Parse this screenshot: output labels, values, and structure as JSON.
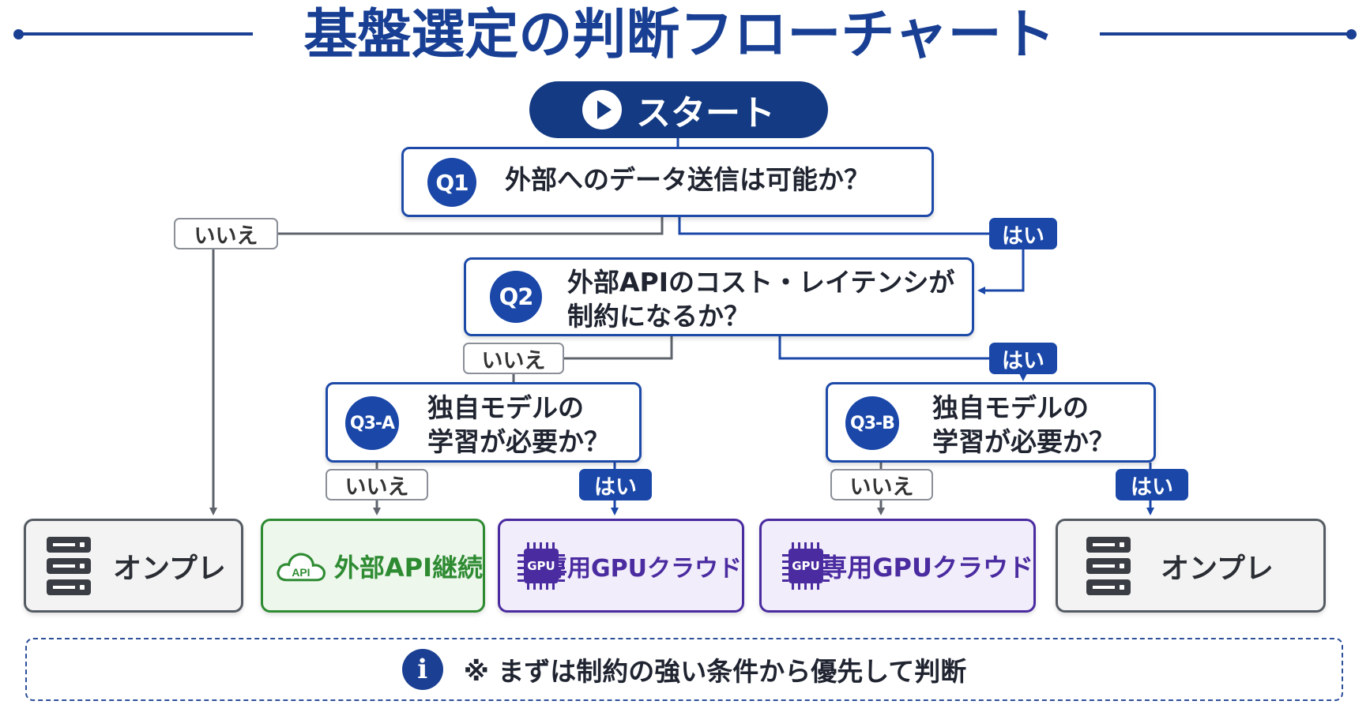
{
  "title": "基盤選定の判断フローチャート",
  "start": {
    "label": "スタート",
    "icon": "play-icon"
  },
  "q1": {
    "badge": "Q1",
    "text": "外部へのデータ送信は可能か？"
  },
  "q2": {
    "badge": "Q2",
    "line1": "外部APIのコスト・レイテンシが",
    "line2": "制約になるか？"
  },
  "q3a": {
    "badge": "Q3-A",
    "line1": "独自モデルの",
    "line2": "学習が必要か？"
  },
  "q3b": {
    "badge": "Q3-B",
    "line1": "独自モデルの",
    "line2": "学習が必要か？"
  },
  "labels": {
    "yes": "はい",
    "no": "いいえ"
  },
  "results": {
    "onprem_left": {
      "label": "オンプレ",
      "icon": "server-icon"
    },
    "api": {
      "label": "外部API継続",
      "icon_text": "API",
      "icon": "cloud-api-icon"
    },
    "gpu_a": {
      "label": "専用GPUクラウド",
      "icon_text": "GPU",
      "icon": "gpu-chip-icon"
    },
    "gpu_b": {
      "label": "専用GPUクラウド",
      "icon_text": "GPU",
      "icon": "gpu-chip-icon"
    },
    "onprem_right": {
      "label": "オンプレ",
      "icon": "server-icon"
    }
  },
  "note": {
    "text": "※ まずは制約の強い条件から優先して判断",
    "icon": "info-icon",
    "icon_glyph": "i"
  },
  "colors": {
    "navy": "#1a3f93",
    "yes_blue": "#1a47a8",
    "api_green": "#2e8b32",
    "gpu_purple": "#4a2ba0",
    "onprem_gray": "#555b63"
  }
}
